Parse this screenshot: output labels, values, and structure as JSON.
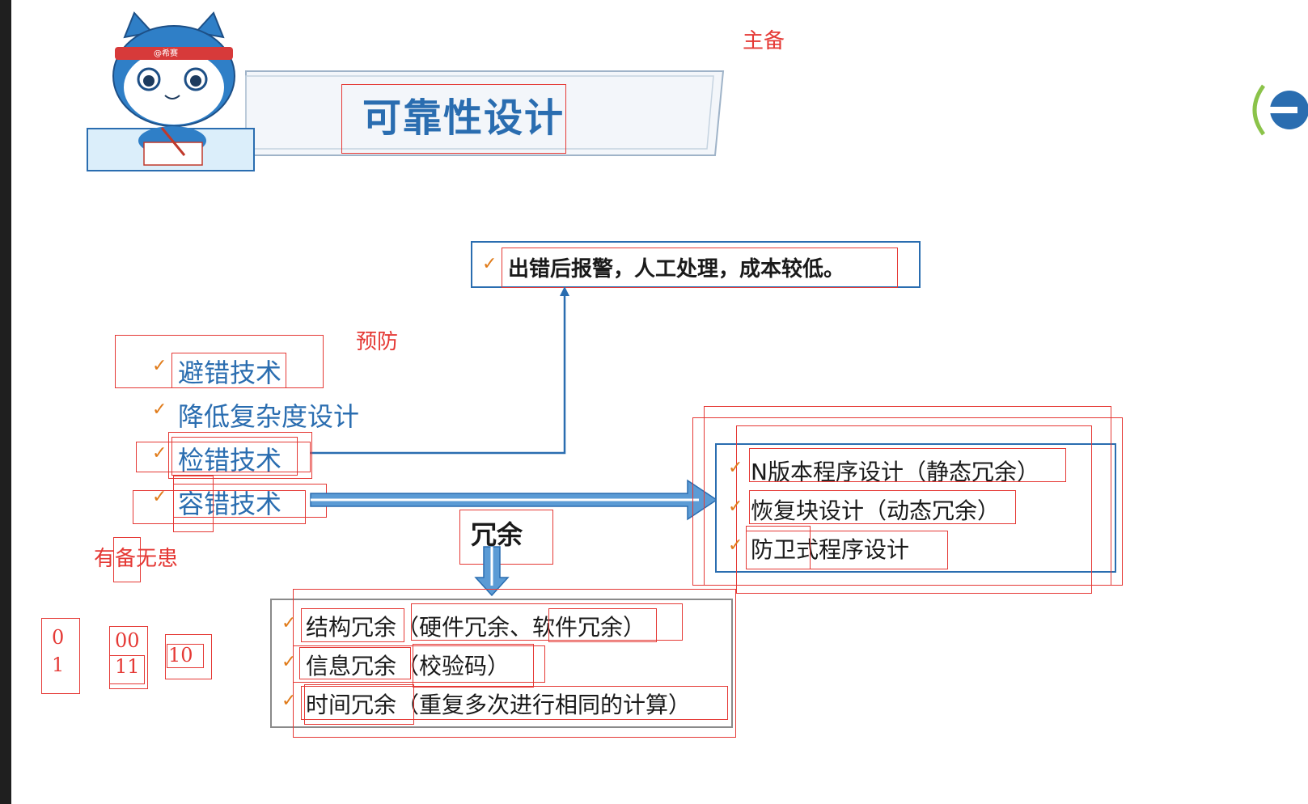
{
  "title": "可靠性设计",
  "annotations": {
    "zhubei": "主备",
    "yufang": "预防",
    "youbei": "有备无患",
    "bits": [
      "0",
      "1",
      "00",
      "11",
      "10"
    ]
  },
  "mascot": {
    "headband_text": "@希赛"
  },
  "alarm_box": {
    "text": "出错后报警，人工处理，成本较低。"
  },
  "left_list": {
    "items": [
      "避错技术",
      "降低复杂度设计",
      "检错技术",
      "容错技术"
    ]
  },
  "redundancy_label": "冗余",
  "software_box": {
    "items": [
      "N版本程序设计（静态冗余）",
      "恢复块设计（动态冗余）",
      "防卫式程序设计"
    ]
  },
  "redundancy_box": {
    "items": [
      "结构冗余（硬件冗余、软件冗余）",
      "信息冗余（校验码）",
      "时间冗余（重复多次进行相同的计算）"
    ]
  },
  "colors": {
    "accent_blue": "#2a6db0",
    "check_orange": "#e07b1a",
    "annotation_red": "#e53935"
  }
}
